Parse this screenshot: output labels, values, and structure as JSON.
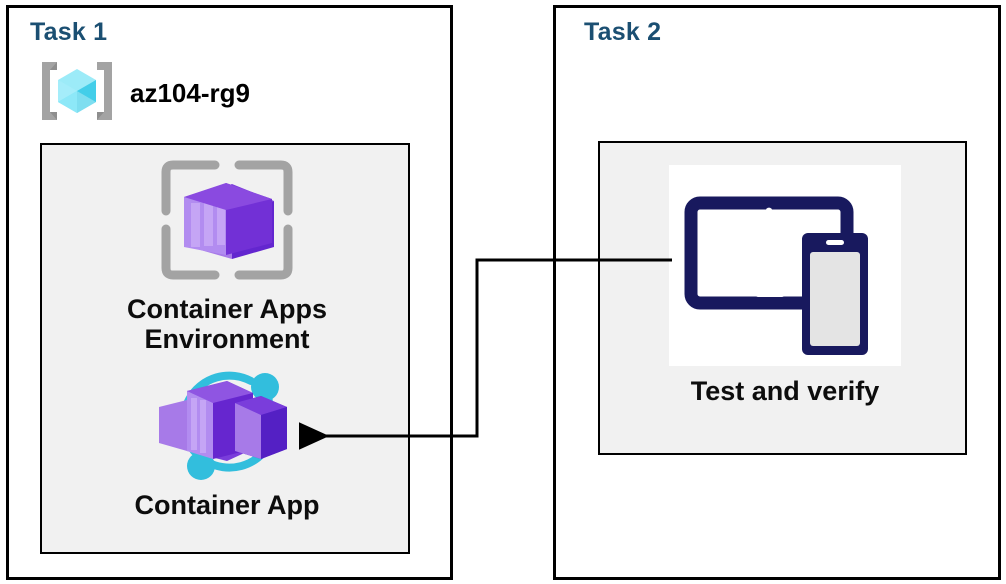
{
  "diagram": {
    "title": "Azure Container Apps task diagram",
    "background": "#ffffff",
    "accent_blue": "#1b4f72",
    "panel_border": "#000000",
    "inner_fill": "#f1f1f1",
    "purple": "#8661c5",
    "purple_dark": "#5c2e91",
    "cyan": "#32bedd",
    "gray_icon": "#a3a3a3",
    "navy": "#18195e"
  },
  "task1": {
    "label": "Task 1",
    "resource_group": {
      "name": "az104-rg9",
      "icon": "resource-group-icon"
    },
    "nodes": [
      {
        "id": "container-apps-environment",
        "label": "Container Apps\nEnvironment",
        "icon": "container-apps-environment-icon"
      },
      {
        "id": "container-app",
        "label": "Container App",
        "icon": "container-app-icon"
      }
    ]
  },
  "task2": {
    "label": "Task 2",
    "nodes": [
      {
        "id": "test-and-verify",
        "label": "Test and verify",
        "icon": "devices-tablet-phone-icon"
      }
    ]
  },
  "connector": {
    "from": "test-and-verify",
    "to": "container-app",
    "direction": "right-to-left",
    "arrowhead": "left",
    "stroke": "#000000"
  }
}
